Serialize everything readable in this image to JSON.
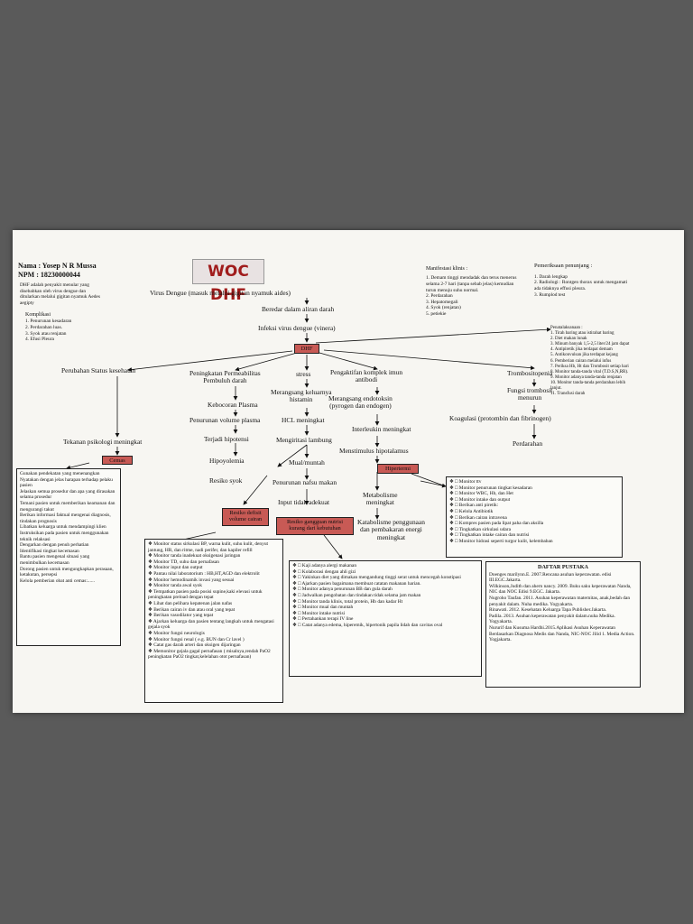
{
  "header": {
    "name_line": "Nama : Yosep N R Mussa",
    "npm_line": "NPM : 18230000044",
    "title": "WOC DHF"
  },
  "definition": "DHF adalah penyakit menular yang disebabkan oleh virus dengue dan ditularkan melalui gigitan nyamuk Aedes aegipty",
  "complications": {
    "title": "Komplikasi",
    "items": [
      "1.   Penurunan kesadaran",
      "2.   Perdarahan luas.",
      "3.   Syok atau renjatan",
      "4.   Efusi Pleura"
    ]
  },
  "clinical": {
    "title": "Manifestasi klinis :",
    "items": [
      "1.  Demam tinggi mendadak dan terus menerus selama 2-7 hari (tanpa sebab jelas) kemudian turun menuju suhu normal.",
      "2.  Perdarahan",
      "3.  Hepatomegali",
      "4.  Syok (renjatan)",
      "5.  petiekie"
    ]
  },
  "support": {
    "title": "Pemeriksaan penunjang :",
    "items": [
      "1.  Darah lengkap",
      "2.  Radiologi : Rontgen thorax untuk mengamati ada tidaknya effusi pleura.",
      "3.  Rumplod test"
    ]
  },
  "management": {
    "title": "Penatalaksanaan :",
    "items": [
      "1.  Tirah baring atau istirahat baring",
      "2.  Diet makan lunak",
      "3.  Minum banyak 1,5-2,5 liter/24 jam dapat",
      "4.  Antipiretik jika terdapat demam",
      "5.  Antikonvulsan jika terdapat kejang",
      "6.  Pemberian cairan melalui infus",
      "7.  Periksa Hb, Ht dan Trombosit setiap hari",
      "8.  Monitor tanda-tanda vital (T.D.S,N,RR).",
      "9.  Monitor adanya tanda-tanda renjatan",
      "10. Monitor tanda-tanda perdarahan lebih lanjut.",
      "11. Transfusi darah"
    ]
  },
  "flow": {
    "virus": "Virus Dengue (masuk melalui gigitan nyamuk aides)",
    "blood": "Beredar dalam aliran darah",
    "infection": "Infeksi virus dengue (vinera)",
    "dhf": "DHF",
    "health_change": "Perubahan Status kesehatan",
    "permeability": "Peningkatan Permeabilitas\nPembuluh darah",
    "stress": "stress",
    "complex": "Pengaktifan komplek imun\nantibodi",
    "thrombocytopenia": "Trombositopenia",
    "plasma_leak": "Kebocoran Plasma",
    "histamine": "Merangsang keluarnya\nhistamin",
    "endotoxin": "Merangsang endotoksin\n(pyrogen dan endogen)",
    "thrombocyte_fn": "Fungsi trombosit\nmenurun",
    "plasma_volume": "Penurunan volume plasma",
    "hcl": "HCL meningkat",
    "interleukin": "Interleukin meningkat",
    "coagulation": "Koagulasi (protombin dan fibrinogen)",
    "psych": "Tekanan psikologi meningkat",
    "hypotension": "Terjadi hipotensi",
    "stomach": "Mengiritasi lambung",
    "hypothalamus": "Menstimulus hipotalamus",
    "bleeding": "Perdarahan",
    "hypovolemia": "Hipoyolemia",
    "nausea": "Mual/muntah",
    "appetite": "Penurunan nafsu makan",
    "shock_risk": "Resiko syok",
    "intake": "Input tidak adekuat",
    "metabolism": "Metabolisme\nmeningkat",
    "catabolism": "Katabolisme penggunaan\ndan pembakaran energi\nmeningkat"
  },
  "diagnoses": {
    "anxiety": "Cemas",
    "fluid": "Resiko defisit\nvolume cairan",
    "nutrition": "Resiko gangguan nutrisi\nkurang dari kebutuhan",
    "hyperthermia": "Hipertermi"
  },
  "interventions": {
    "anxiety": [
      "Gunakan pendekatan yang menenangkan",
      "Nyatakan dengan jelas harapan terhadap pelaku pasien",
      "Jelaskan semua prosedur dan apa yang dirasakan selama prosedur",
      "Temani pasien untuk memberikan keamanan dan mengurangi takut",
      "Berikan informasi faktual mengenai diagnosis, tindakan prognosis",
      "Libatkan keluarga untuk mendampingi klien",
      "Instruksikan pada pasien untuk menggunakan teknik relaksasi",
      "Dengarkan dengan penuh perhatian",
      "Identifikasi tingkat kecemasan",
      "Bantu pasien mengenal situasi yang menimbulkan kecemasan",
      "Dorong pasien untuk mengungkapkan perasaan, ketakutan, persepsi",
      "Kelola pemberian obat anti cemas:......"
    ],
    "fluid": [
      "Monitor status sirkulasi BP, warna kulit, suhu kulit, denyut jantung, HR, dan ritme, nadi perifer, dan kapiler refill",
      "Monitor tanda inadekuat oksigenasi jaringan",
      "Monitor TD, suhu dan pernafasan",
      "Monitor input dan output",
      "Pantau nilai laboratorium : HB,HT,AGD dan elektrolit",
      "Monitor hemodinamik invasi yang sesuai",
      "Monitor tanda awal syok",
      "Tempatkan pasien pada posisi supine,kaki elevasi untuk peningkatan preload dengan tepat",
      "Lihat dan pelihara kepatenan jalan nafas",
      "Berikan cairan iv dan atau oral yang tepat",
      "Berikan vasodilator yang tepat",
      "Ajarkan keluarga dan pasien tentang langkah untuk mengatasi gejala syok",
      "Monitor fungsi neurologis",
      "Monitor fungsi renal ( e.g. BUN dan Cr lavel )",
      "Catat gas darah arteri dan oksigen dijaringan",
      "Memonitor gejala gagal pernafasan ( misalnya,rendah PaO2 peningkatan PaO2 tingkat,kelelahan otot pernafasan)"
    ],
    "nutrition": [
      "Kaji adanya alergi makanan",
      "Kolaborasi dengan ahli gizi",
      "Yakinkan diet yang dimakan mengandung tinggi serat untuk mencegah konstipasi",
      "Ajarkan pasien bagaimana membuat catatan makanan harian.",
      "Monitor adanya penurunan BB dan gula darah",
      "Jadwalkan pengobatan dan tindakan tidak selama jam makan",
      "Monitor tanda klinis, total protein, Hb dan kadar Ht",
      "Monitor mual dan muntah",
      "Monitor intake nutrisi",
      "Pertahankan terapi IV line",
      "Catat adanya edema, hiperemik, hipertonik papila lidah dan cavitas oval"
    ],
    "hyperthermia": [
      "Monitor ttv",
      "Monitor penurunan tingkat kesadaran",
      "Monitor WBC, Hb, dan Het",
      "Monitor intake dan output",
      "Berikan anti piretik:",
      "Kelola Antibiotik",
      "Berikan cairan intravena",
      "Kompres pasien pada lipat paha dan aksilla",
      "Tingkatkan sirkulasi udara",
      "Tingkatkan intake cairan dan nutrisi",
      "Monitor hidrasi seperti turgor kulit, kelembaban"
    ]
  },
  "references": {
    "title": "DAFTAR PUSTAKA",
    "items": [
      "Doenges marilynn.E. 2007.Rencana asuhan keperawatan. edisi III.EGC.Jakarta.",
      "Wilkinson,Judith dan ahern nancy. 2009. Buku saku keperawatan Nanda, NIC dan NOC Edisi 9.EGC. Jakarta.",
      "Nugroho Taufan. 2011. Asuhan keperawatan maternitas, anak,bedah dan penyakit dalam. Nuha medika. Yogyakarta.",
      "Rinawati. 2012. Kesehatan Keluarga Tapa Publisher.Jakarta.",
      "Padila. 2013. Asuhan keperawatan penyakit dalam.nuha Medika. Yogyakarta.",
      "Nururif dan Kusuma Hardhi.2015.Aplikasi Asuhan Keperawatan Berdasarkan Diagnosa Medis dan Nanda, NIC-NOC Jilid 1. Media Action. Yogjakarta."
    ]
  }
}
